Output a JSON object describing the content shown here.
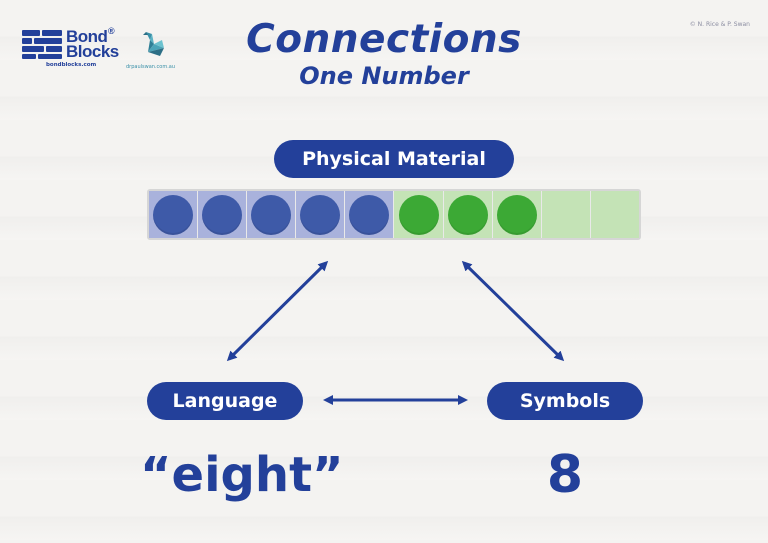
{
  "header": {
    "title": "Connections",
    "subtitle": "One Number",
    "copyright": "© N. Rice & P. Swan"
  },
  "logos": {
    "bondblocks": {
      "line1": "Bond",
      "line2": "Blocks",
      "mark": "®",
      "url": "bondblocks.com"
    },
    "drpaulswan": {
      "url": "drpaulswan.com.au"
    }
  },
  "labels": {
    "physical_material": "Physical Material",
    "language": "Language",
    "symbols": "Symbols"
  },
  "values": {
    "word": "“eight”",
    "numeral": "8"
  },
  "ten_frame": {
    "cells": 10,
    "blue_counters": 5,
    "green_counters": 3
  },
  "colors": {
    "navy": "#23409a",
    "blue_counter": "#3e5aa8",
    "green_counter": "#3ca935",
    "swan_teal": "#3a90a8"
  }
}
